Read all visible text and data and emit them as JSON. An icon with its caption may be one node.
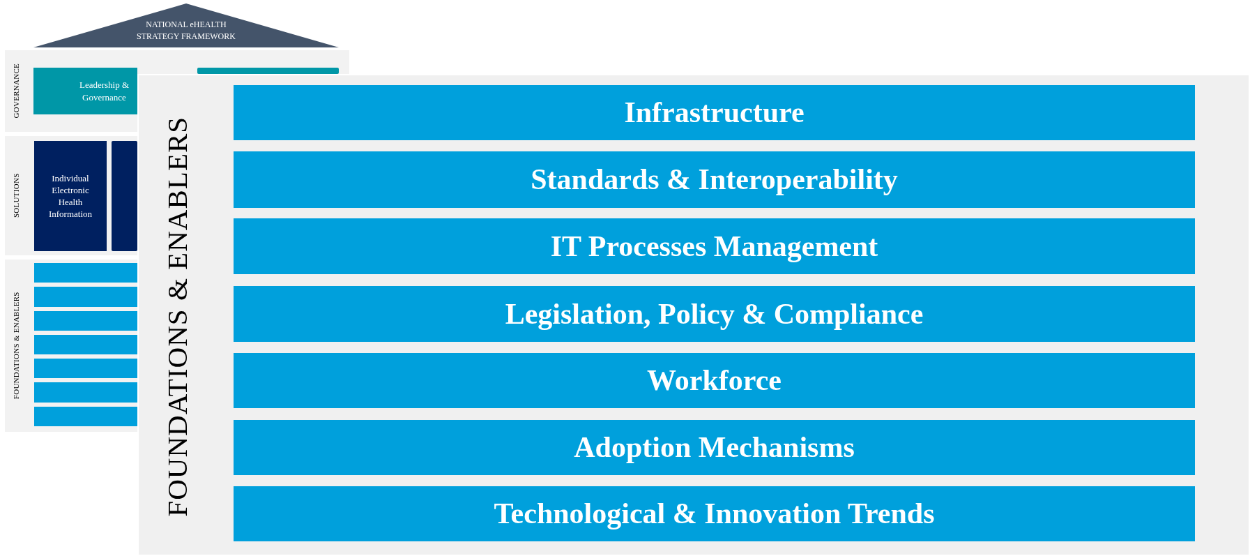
{
  "diagram": {
    "nodes": [
      {
        "text": [
          "NATIONAL eHEALTH STRATEGY FRAMEWORK"
        ]
      },
      {
        "text": [
          "GOVERNANCE"
        ]
      },
      {
        "text": [
          "Leadership & Governance"
        ],
        "in": 1
      },
      {
        "text": [],
        "shape": "box"
      },
      {
        "text": [
          "SOLUTIONS"
        ]
      },
      {
        "text": [
          "Individual Electronic Health Information"
        ],
        "in": 4
      },
      {
        "text": [],
        "shape": "box",
        "in": 4
      },
      {
        "text": [
          "FOUNDATIONS & ENABLERS"
        ]
      },
      {
        "text": [],
        "shape": "bar",
        "in": 7
      },
      {
        "text": [],
        "shape": "bar",
        "in": 7
      },
      {
        "text": [],
        "shape": "bar",
        "in": 7
      },
      {
        "text": [],
        "shape": "bar",
        "in": 7
      },
      {
        "text": [],
        "shape": "bar",
        "in": 7
      },
      {
        "text": [],
        "shape": "bar",
        "in": 7
      },
      {
        "text": [],
        "shape": "bar",
        "in": 7
      },
      {
        "text": [
          "FOUNDATIONS & ENABLERS"
        ]
      },
      {
        "text": [
          "Infrastructure"
        ],
        "in": 15
      },
      {
        "text": [
          "Standards & Interoperability"
        ],
        "in": 15
      },
      {
        "text": [
          "IT Processes Management"
        ],
        "in": 15
      },
      {
        "text": [
          "Legislation, Policy & Compliance"
        ],
        "in": 15
      },
      {
        "text": [
          "Workforce"
        ],
        "in": 15
      },
      {
        "text": [
          "Adoption Mechanisms"
        ],
        "in": 15
      },
      {
        "text": [
          "Technological & Innovation Trends"
        ],
        "in": 15
      }
    ]
  }
}
